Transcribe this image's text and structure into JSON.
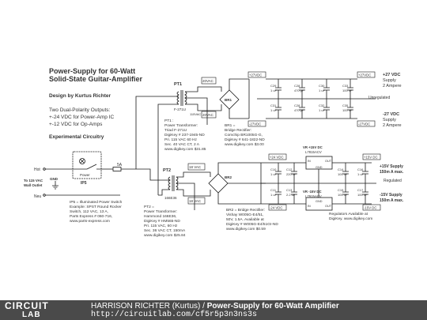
{
  "diagram": {
    "title_lines": [
      "Power-Supply for 60-Watt",
      "Solid-State Guitar-Amplifier"
    ],
    "author": "Design by Kurtus Richter",
    "outputs_lines": [
      "Two Dual-Polarity Outputs:",
      "+-24 VDC for Power-Amp IC",
      "+-12 VDC for Op-Amps"
    ],
    "experimental": "Experimental Circuitry",
    "input_labels": {
      "hot": "Hot",
      "gnd": "GND",
      "neu": "Neu",
      "wall_outlet": [
        "To 115 VAC",
        "Wall Outlet"
      ],
      "fuse": "5A",
      "switch": "Power",
      "switch_ref": "IP5"
    },
    "tp1": {
      "ref": "PT1",
      "part": "F-271U",
      "primary_voltage": "115VAC",
      "sec_top": "20VAC",
      "sec_bottom": "20VAC"
    },
    "tp2": {
      "ref": "PT2",
      "part": "166E36",
      "sec_top": "18 VAC",
      "sec_bottom": "18 VAC"
    },
    "br1": {
      "ref": "BR1"
    },
    "br2": {
      "ref": "BR2"
    },
    "rail_tags": {
      "p27_left": "+27VDC",
      "p27_right": "+27VDC",
      "m27_left": "-27VDC",
      "m27_right": "-27VDC",
      "p24": "+24 VDC",
      "m24": "-24 VDC",
      "p15": "+15V DC",
      "m15": "-15V DC"
    },
    "caps_top": [
      {
        "ref": "C29",
        "value": "1 uF"
      },
      {
        "ref": "C28",
        "value": "470 pF"
      },
      {
        "ref": "C30",
        "value": "1 uF"
      },
      {
        "ref": "C33",
        "value": "100 nF"
      }
    ],
    "caps_top_neg": [
      {
        "ref": "C31",
        "value": "1 uF"
      },
      {
        "ref": "C28",
        "value": "470 pF"
      },
      {
        "ref": "C32",
        "value": "1 uF"
      },
      {
        "ref": "C35",
        "value": "100 nF"
      }
    ],
    "caps_bottom": [
      {
        "ref": "C10",
        "value": "1 uF"
      },
      {
        "ref": "C12",
        "value": "220 nF"
      },
      {
        "ref": "C14",
        "value": "100 nF"
      },
      {
        "ref": "C16",
        "value": "1 uF"
      }
    ],
    "caps_bottom_neg": [
      {
        "ref": "C11",
        "value": "1 uF"
      },
      {
        "ref": "C13",
        "value": "2.2 uF"
      },
      {
        "ref": "C15",
        "value": "100 nF"
      },
      {
        "ref": "C17",
        "value": "100 nF"
      }
    ],
    "regulators": {
      "pos_ref": "VR +15V DC",
      "pos_part": "L7815ACV",
      "neg_ref": "VR -15V DC",
      "neg_part": "L7915ACV",
      "pin_in": "IN",
      "pin_out": "OUT",
      "pin_gnd": "GND"
    },
    "output_labels": {
      "p27": [
        "+27 VDC",
        "Supply",
        "2 Ampere"
      ],
      "unregulated": "Unregulated",
      "m27": [
        "-27 VDC",
        "Supply",
        "2 Ampere"
      ],
      "p15": [
        "+15V Supply",
        "150m A max."
      ],
      "regulated": "Regulated",
      "m15": [
        "-15V Supply",
        "150m A max."
      ]
    },
    "notes": {
      "pt1": [
        "PT1 :",
        "Power Transformer:",
        "Triad F-271U",
        "DigiKey # 237-1945-ND",
        "Pri. 115 VAC 60 Hz",
        "Sec. 40 VAC CT, 2 A",
        "www.digikey.com $31.85"
      ],
      "br1": [
        "BR1 =",
        "Bridge Rectifier:",
        "Comchip BR1005G-G,",
        "DigiKey # 641-1822-ND",
        "www.digikey.com $3.00"
      ],
      "ip5": [
        "IP5 = Illuminated Power Switch",
        "Example: SPST Round Rocker",
        "Switch, 112 VAC, 13 A,",
        "Parts Express # 060-716,",
        "www.parts-express.com"
      ],
      "pt2": [
        "PT2 =",
        "Power Transformer:",
        "Hammond 166E36,",
        "DigiKey # HM565-ND",
        "Pri. 115 VAC, 60 Hz",
        "Sec. 36 VAC CT, 150mA",
        "www.digikey.com $25.84"
      ],
      "br2": [
        "BR2 = Bridge Rectifier:",
        "Vishay W005G-E4/51,",
        "50V, 1.5A. Available at",
        "DigiKey # W005G-E4/51GI-ND",
        "www.digikey.com $0.59"
      ],
      "regulators": [
        "Regulators Available at",
        "DigiKey. www.digikey.com"
      ]
    }
  },
  "footer": {
    "logo_top": "CIRCUIT",
    "logo_bottom": "LAB",
    "author": "HARRISON RICHTER (Kurtus)",
    "separator": " / ",
    "title": "Power-Supply for 60-Watt Amplifier",
    "url": "http://circuitlab.com/cf5r5p3n3ns3s"
  },
  "colors": {
    "footer_bg": "#4a4a4a",
    "wire": "#1a1a1a",
    "text": "#333333"
  }
}
